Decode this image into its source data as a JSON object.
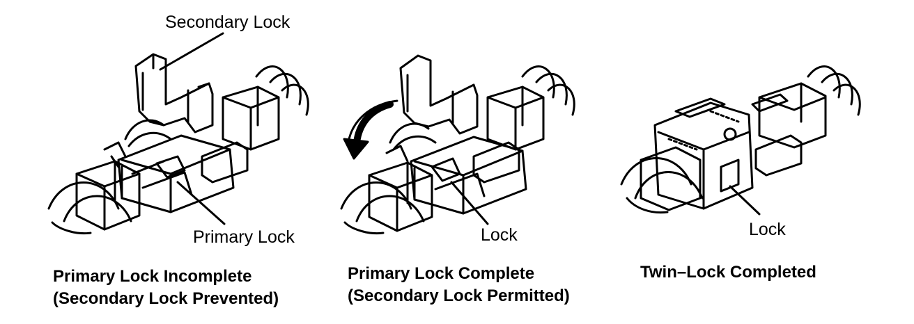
{
  "panels": [
    {
      "callouts": {
        "secondary_lock": "Secondary Lock",
        "primary_lock": "Primary Lock"
      },
      "caption": {
        "line1": "Primary Lock Incomplete",
        "line2": "(Secondary Lock Prevented)"
      }
    },
    {
      "callouts": {
        "lock": "Lock"
      },
      "caption": {
        "line1": "Primary Lock Complete",
        "line2": "(Secondary Lock Permitted)"
      }
    },
    {
      "callouts": {
        "lock": "Lock"
      },
      "caption": {
        "line1": "Twin–Lock Completed"
      }
    }
  ],
  "colors": {
    "ink": "#000000",
    "paper": "#ffffff"
  }
}
